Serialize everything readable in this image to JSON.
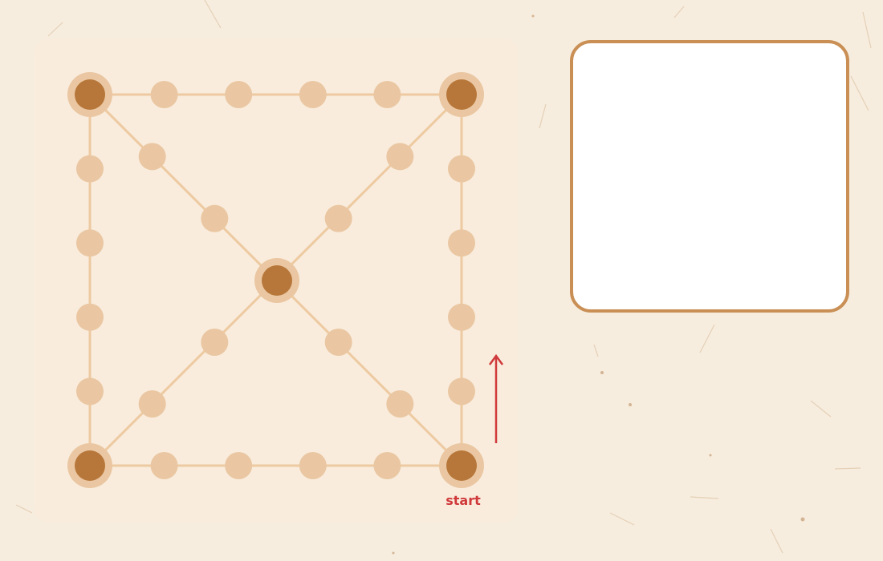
{
  "board": {
    "start_label": "start",
    "colors": {
      "line": "#edcaa1",
      "spot": "#eac7a2",
      "ring": "#eac7a2",
      "corner": "#b7773a",
      "marker": "#d0393b"
    },
    "corner_points": [
      "top-left",
      "top-right",
      "center",
      "bottom-left",
      "bottom-right"
    ],
    "move_direction": "up"
  },
  "info_panel": {
    "border_color": "#c98f55"
  }
}
